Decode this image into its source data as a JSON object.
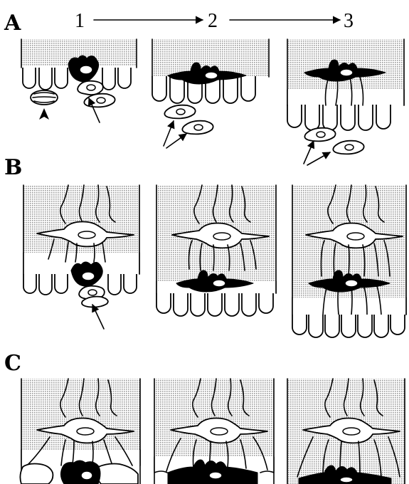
{
  "figure": {
    "rows": [
      {
        "label": "A"
      },
      {
        "label": "B"
      },
      {
        "label": "C"
      }
    ],
    "steps": [
      "1",
      "2",
      "3"
    ],
    "colors": {
      "ink": "#000000",
      "stipple": "#b8b8b8",
      "background": "#ffffff"
    }
  }
}
